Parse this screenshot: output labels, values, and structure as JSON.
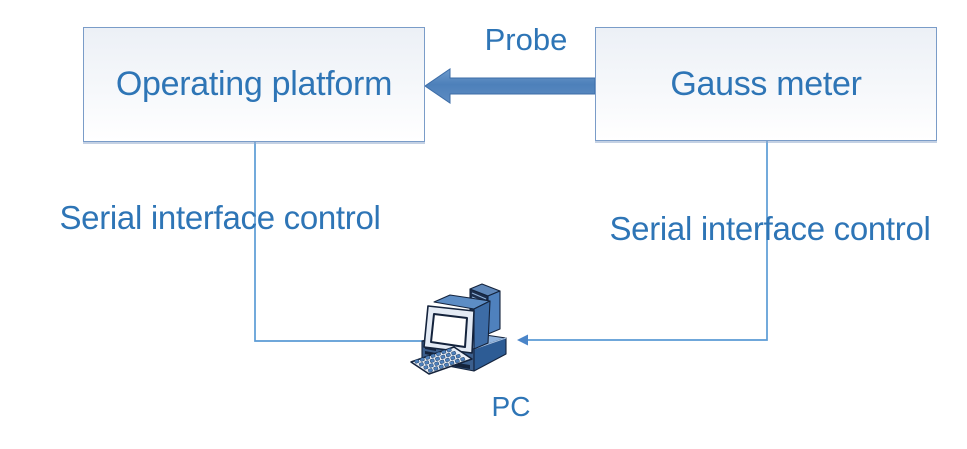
{
  "figure": {
    "background": "#ffffff",
    "nodes": {
      "operating_platform": {
        "label": "Operating platform"
      },
      "gauss_meter": {
        "label": "Gauss meter"
      },
      "pc": {
        "label": "PC",
        "icon": "desktop-computer-icon"
      }
    },
    "connections": {
      "probe": {
        "label": "Probe",
        "from": "gauss_meter",
        "to": "operating_platform",
        "type": "thick-arrow"
      },
      "serial_left": {
        "label": "Serial interface control",
        "from": "operating_platform",
        "to": "pc",
        "type": "elbow-arrow"
      },
      "serial_right": {
        "label": "Serial interface control",
        "from": "gauss_meter",
        "to": "pc",
        "type": "elbow-arrow"
      }
    },
    "colors": {
      "label_text": "#2e75b6",
      "connector_line": "#5b9bd5",
      "box_border": "#7a9cc8",
      "box_fill_top": "#ecf0f6",
      "thick_arrow_fill": "#4f81bd"
    }
  }
}
